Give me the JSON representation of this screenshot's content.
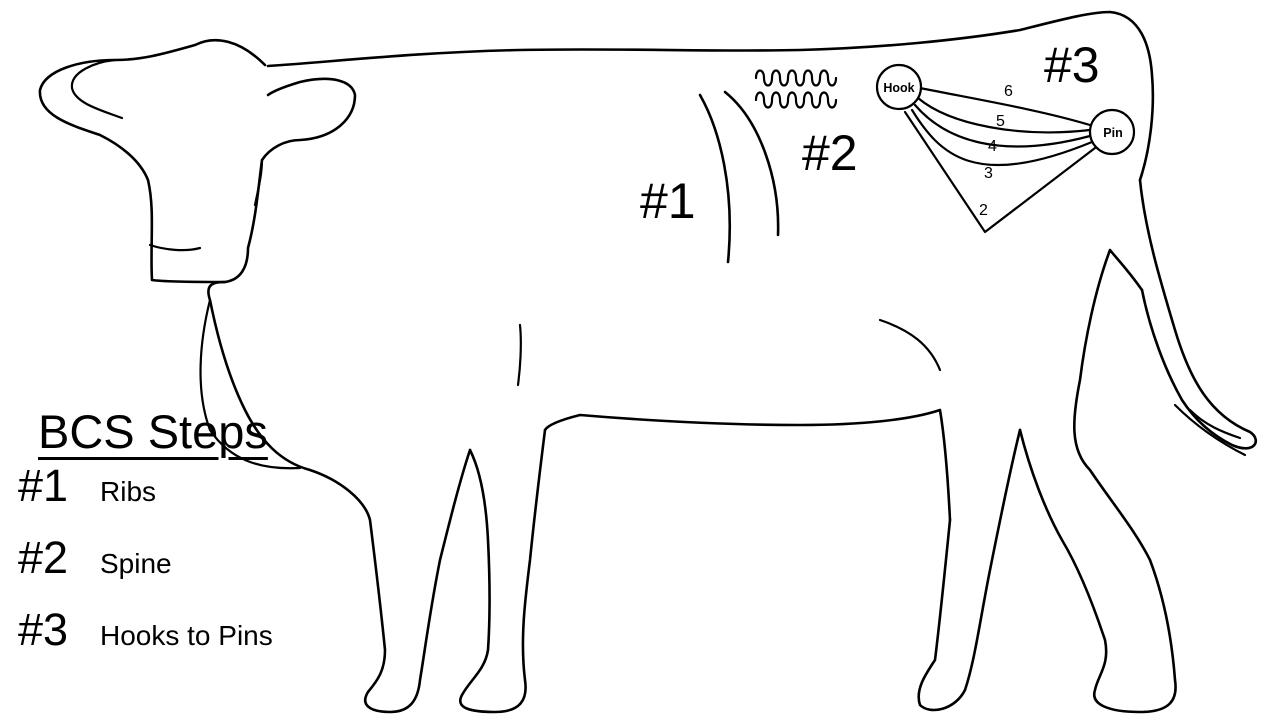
{
  "diagram": {
    "step_labels": [
      "#1",
      "#2",
      "#3"
    ],
    "hook_label": "Hook",
    "pin_label": "Pin",
    "score_lines": [
      "6",
      "5",
      "4",
      "3",
      "2"
    ]
  },
  "legend": {
    "title": "BCS Steps",
    "items": [
      {
        "number": "#1",
        "text": "Ribs"
      },
      {
        "number": "#2",
        "text": "Spine"
      },
      {
        "number": "#3",
        "text": "Hooks to Pins"
      }
    ]
  }
}
